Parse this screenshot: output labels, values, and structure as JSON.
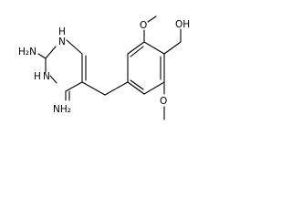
{
  "structure": {
    "labels": {
      "h2n": "H₂N",
      "n1": "N",
      "h1": "H",
      "n3": "N",
      "h3": "H",
      "nh2": "NH₂",
      "oh": "OH",
      "o_top": "O",
      "o_bottom": "O"
    }
  }
}
